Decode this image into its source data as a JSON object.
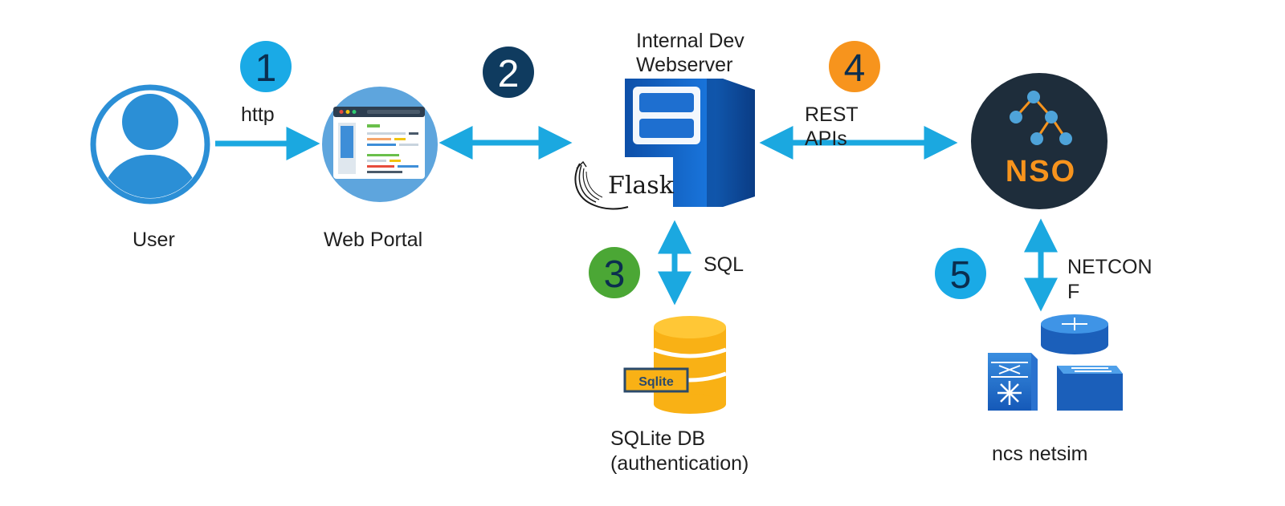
{
  "nodes": {
    "user": {
      "label": "User"
    },
    "portal": {
      "label": "Web Portal"
    },
    "server": {
      "label_line1": "Internal  Dev",
      "label_line2": "Webserver",
      "flask_text": "Flask"
    },
    "db": {
      "label_line1": "SQLite DB",
      "label_line2": "(authentication)",
      "badge": "Sqlite"
    },
    "nso": {
      "logo_text": "NSO"
    },
    "netsim": {
      "label": "ncs netsim"
    }
  },
  "steps": [
    {
      "num": "1",
      "color": "#1aaae6",
      "text_color": "#0b2e4f"
    },
    {
      "num": "2",
      "color": "#0f3b5f",
      "text_color": "#ffffff"
    },
    {
      "num": "3",
      "color": "#4ba735",
      "text_color": "#0b2e4f"
    },
    {
      "num": "4",
      "color": "#f7941d",
      "text_color": "#0b2e4f"
    },
    {
      "num": "5",
      "color": "#1aaae6",
      "text_color": "#0b2e4f"
    }
  ],
  "edges": {
    "http": "http",
    "rest_line1": "REST",
    "rest_line2": "APIs",
    "sql": "SQL",
    "netconf_line1": "NETCON",
    "netconf_line2": "F"
  },
  "colors": {
    "arrow": "#1ba8e0",
    "user_icon": "#2b8fd6",
    "nso_bg": "#1e2d3b",
    "nso_accent": "#f7941d",
    "nso_nodes": "#4ea3d9",
    "db": "#f9b115",
    "server": "#1160c9"
  }
}
